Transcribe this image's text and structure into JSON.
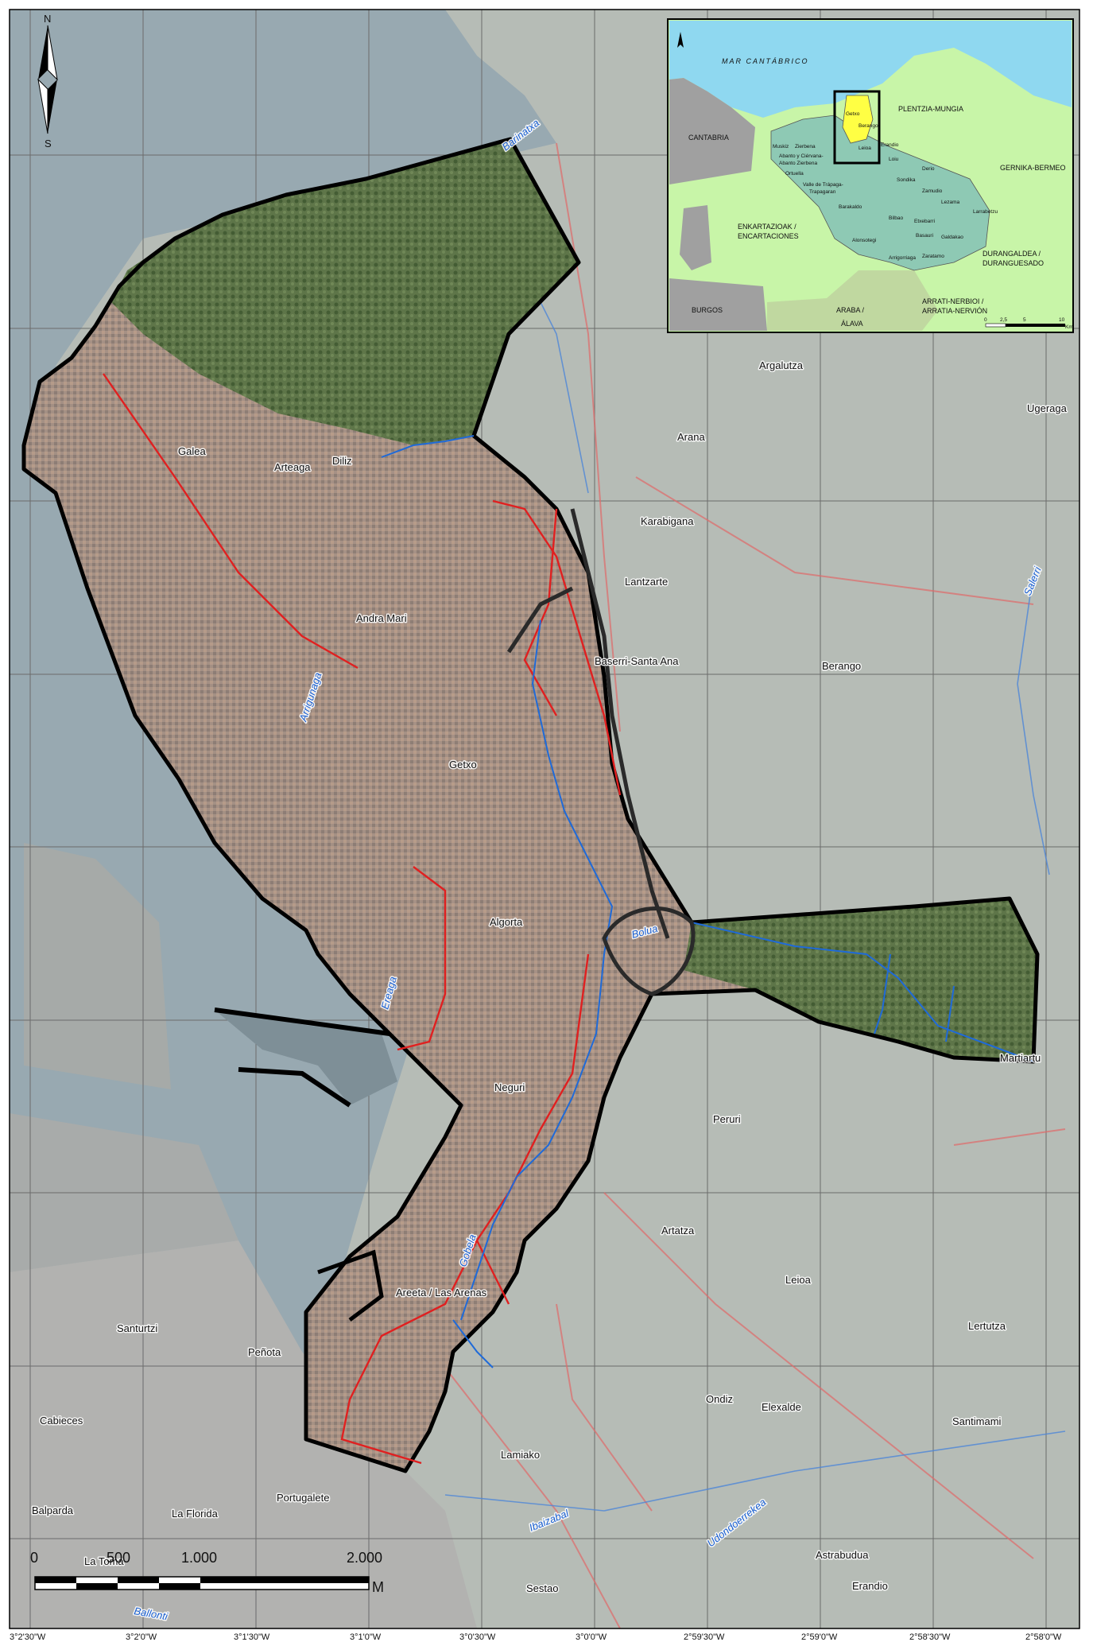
{
  "north_arrow": {
    "north": "N",
    "south": "S"
  },
  "places": {
    "galea": "Galea",
    "arteaga": "Arteaga",
    "diliz": "Diliz",
    "andra_mari": "Andra Mari",
    "getxo": "Getxo",
    "algorta": "Algorta",
    "neguri": "Neguri",
    "areeta": "Areeta / Las Arenas",
    "argalutza": "Argalutza",
    "ugeraga": "Ugeraga",
    "arana": "Arana",
    "karabigana": "Karabigana",
    "lantzarte": "Lantzarte",
    "baserri_santa_ana": "Baserri-Santa Ana",
    "berango": "Berango",
    "martiartu": "Martiartu",
    "peruri": "Peruri",
    "artatza": "Artatza",
    "leioa": "Leioa",
    "lertutza": "Lertutza",
    "santurtzi": "Santurtzi",
    "penota": "Peñota",
    "cabieces": "Cabieces",
    "ondiz": "Ondiz",
    "elexalde": "Elexalde",
    "santimami": "Santimami",
    "lamiako": "Lamiako",
    "balparda": "Balparda",
    "la_florida": "La Florida",
    "portugalete": "Portugalete",
    "la_toma": "La Toma",
    "sestao": "Sestao",
    "astrabudua": "Astrabudua",
    "erandio": "Erandio"
  },
  "rivers": {
    "barinatxa": "Barinatxa",
    "arrigunaga": "Arrigunaga",
    "ereaga": "Ereaga",
    "bolua": "Bolua",
    "gobela": "Gobela",
    "salerri": "Salerri",
    "ibaizabal": "Ibaizabal",
    "udondoerrekea": "Udondoerrekea",
    "ballonti": "Ballonti"
  },
  "inset": {
    "sea": "MAR CANTÁBRICO",
    "cantabria": "CANTABRIA",
    "burgos": "BURGOS",
    "araba_1": "ARABA /",
    "araba_2": "ÁLAVA",
    "plentzia": "PLENTZIA-MUNGIA",
    "gernika": "GERNIKA-BERMEO",
    "enkartazioak_1": "ENKARTAZIOAK /",
    "enkartazioak_2": "ENCARTACIONES",
    "durangaldea_1": "DURANGALDEA /",
    "durangaldea_2": "DURANGUESADO",
    "arrati_1": "ARRATI-NERBIOI /",
    "arrati_2": "ARRATIA-NERVIÓN",
    "muskiz": "Muskiz",
    "zierbena": "Zierbena",
    "abanto": "Abanto y Ciérvana-",
    "abanto2": "Abanto Zierbena",
    "ortuella": "Ortuella",
    "valle": "Valle de Trápaga-",
    "valle2": "Trapagaran",
    "barakaldo": "Barakaldo",
    "alonsotegi": "Alonsotegi",
    "bilbao": "Bilbao",
    "arrigorriaga": "Arrigorriaga",
    "basauri": "Basauri",
    "zaratamo": "Zaratamo",
    "galdakao": "Galdakao",
    "etxebarri": "Etxebarri",
    "lezama": "Lezama",
    "zamudio": "Zamudio",
    "derio": "Derio",
    "loiu": "Loiu",
    "sondika": "Sondika",
    "erandio": "Erandio",
    "leioa": "Leioa",
    "getxo": "Getxo",
    "berango": "Berango",
    "larrabetzu": "Larrabetzu",
    "scale_0": "0",
    "scale_25": "2,5",
    "scale_5": "5",
    "scale_10": "10",
    "scale_unit": "Km"
  },
  "scale_bar": {
    "zero": "0",
    "five_hundred": "500",
    "one_thousand": "1.000",
    "two_thousand": "2.000",
    "unit": "M"
  },
  "coords": {
    "c1": "3°2'30\"W",
    "c2": "3°2'0\"W",
    "c3": "3°1'30\"W",
    "c4": "3°1'0\"W",
    "c5": "3°0'30\"W",
    "c6": "3°0'0\"W",
    "c7": "2°59'30\"W",
    "c8": "2°59'0\"W",
    "c9": "2°58'30\"W",
    "c10": "2°58'0\"W"
  },
  "colors": {
    "water": "#97a8b0",
    "land": "#b8bdb8",
    "urban": "#9c8e86",
    "green": "#4b6a3a",
    "boundary": "#000000",
    "road_red": "#e02020",
    "river_blue": "#1f6ad8",
    "inset_sea": "#8fd8f0",
    "inset_land": "#c8f5a8",
    "inset_grey": "#a0a0a0",
    "inset_teal": "#8ec9b4",
    "inset_getxo": "#ffff44"
  }
}
